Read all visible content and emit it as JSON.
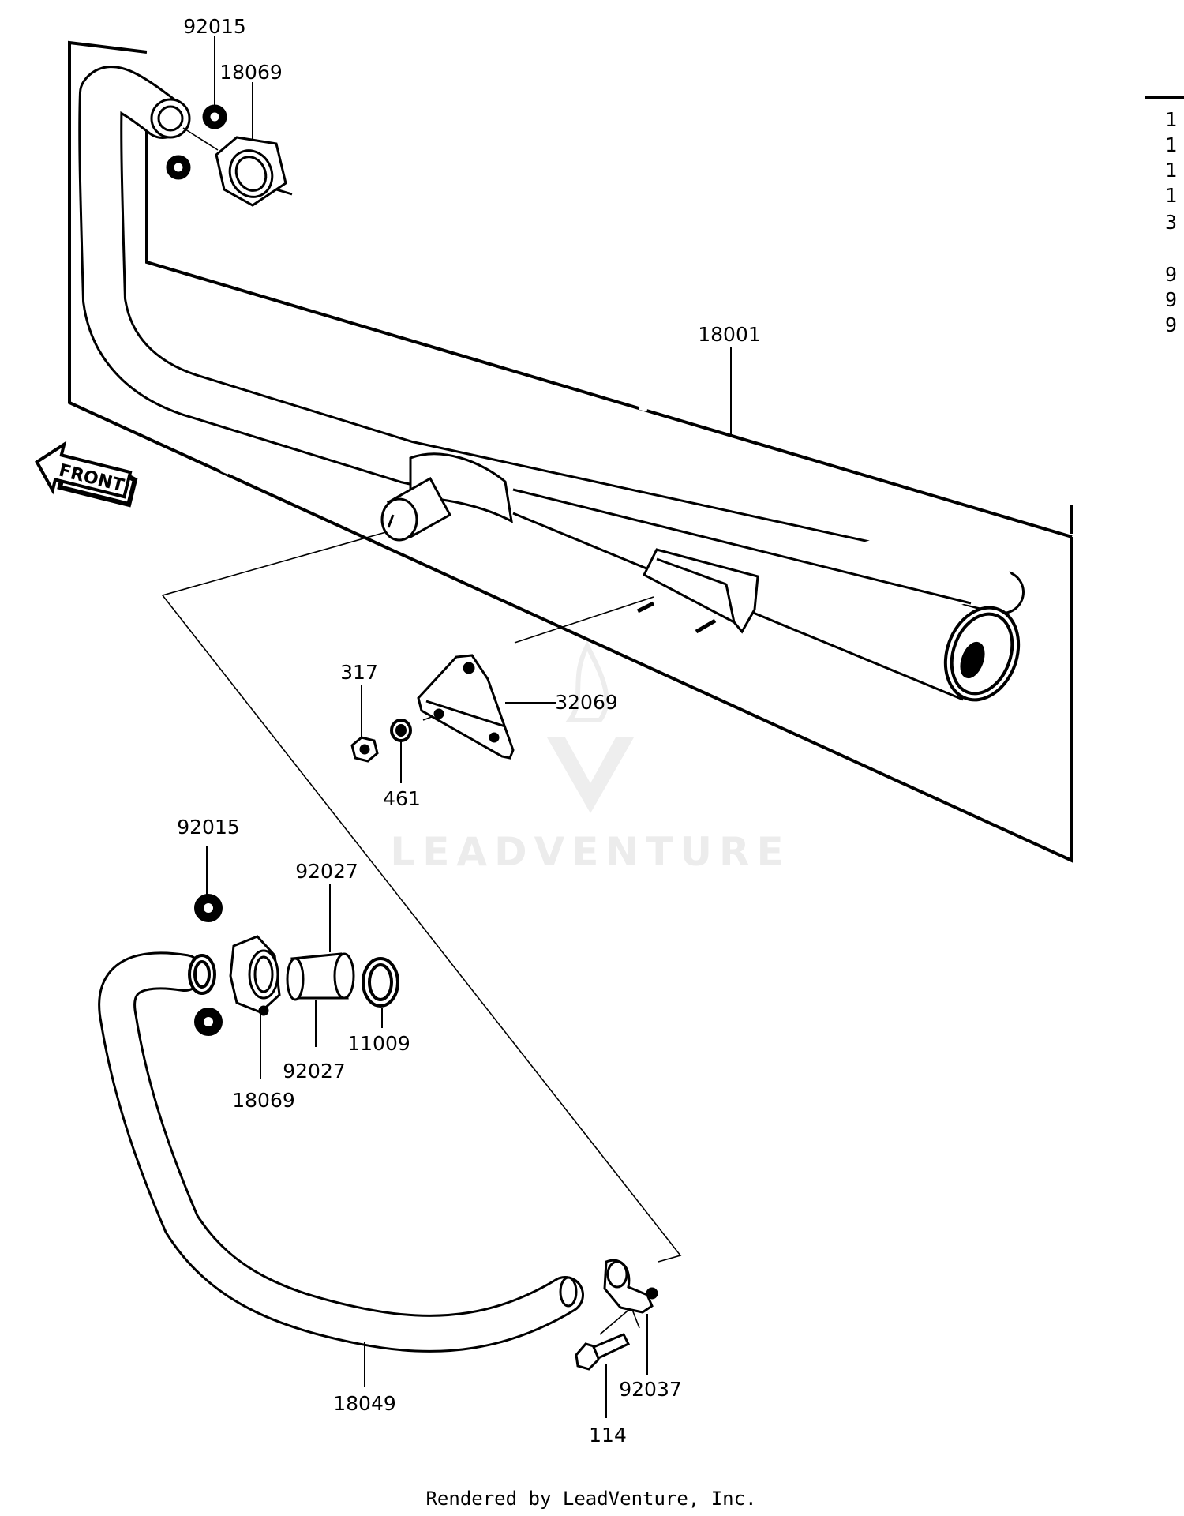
{
  "labels": {
    "p92015_top": "92015",
    "p18069_top": "18069",
    "p18001": "18001",
    "p317": "317",
    "p32069": "32069",
    "p461": "461",
    "p92015_bot": "92015",
    "p92027_top": "92027",
    "p92027_bot": "92027",
    "p11009": "11009",
    "p18069_bot": "18069",
    "p18049": "18049",
    "p92037": "92037",
    "p114": "114"
  },
  "front_label": "FRONT",
  "side_list": [
    "1",
    "1",
    "1",
    "1",
    "3",
    "9",
    "9",
    "9"
  ],
  "watermark": "LEADVENTURE",
  "footer": "Rendered by LeadVenture, Inc."
}
